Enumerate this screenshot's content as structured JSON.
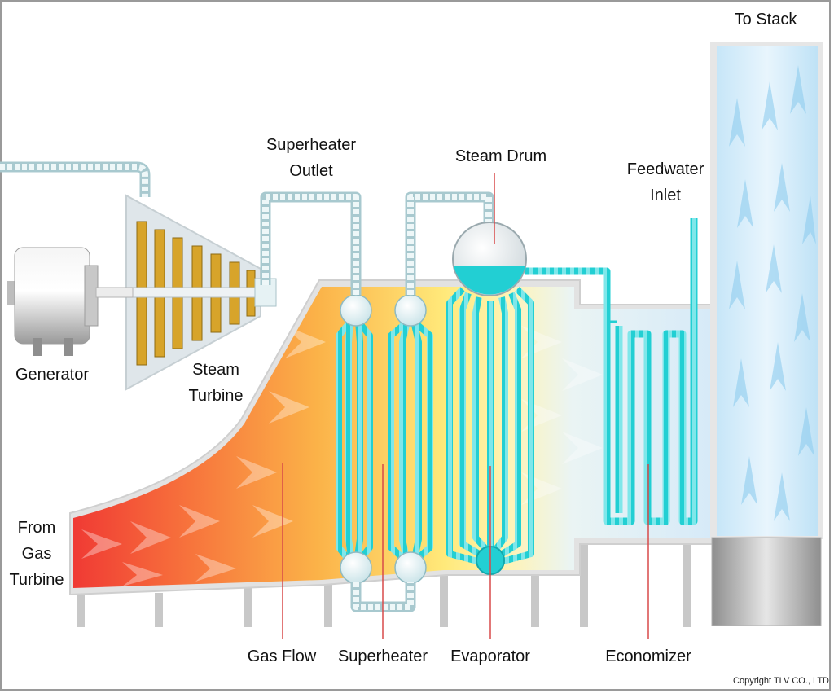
{
  "labels": {
    "to_stack": "To Stack",
    "superheater_outlet": "Superheater\nOutlet",
    "steam_drum": "Steam Drum",
    "feedwater_inlet": "Feedwater\nInlet",
    "generator": "Generator",
    "steam_turbine": "Steam\nTurbine",
    "from_gas_turbine": "From\nGas\nTurbine",
    "gas_flow": "Gas Flow",
    "superheater": "Superheater",
    "evaporator": "Evaporator",
    "economizer": "Economizer"
  },
  "copyright": "Copyright TLV CO., LTD",
  "colors": {
    "water_pipe": "#2ad3d6",
    "steam_pipe": "#cfe6ea",
    "hot_gas": "#f04a3a",
    "warm_gas": "#ffd23a",
    "cool_gas": "#ddeefa",
    "stack": "#bde4f7",
    "casing": "#d9d9d9",
    "pointer_line": "#d84a4a"
  }
}
